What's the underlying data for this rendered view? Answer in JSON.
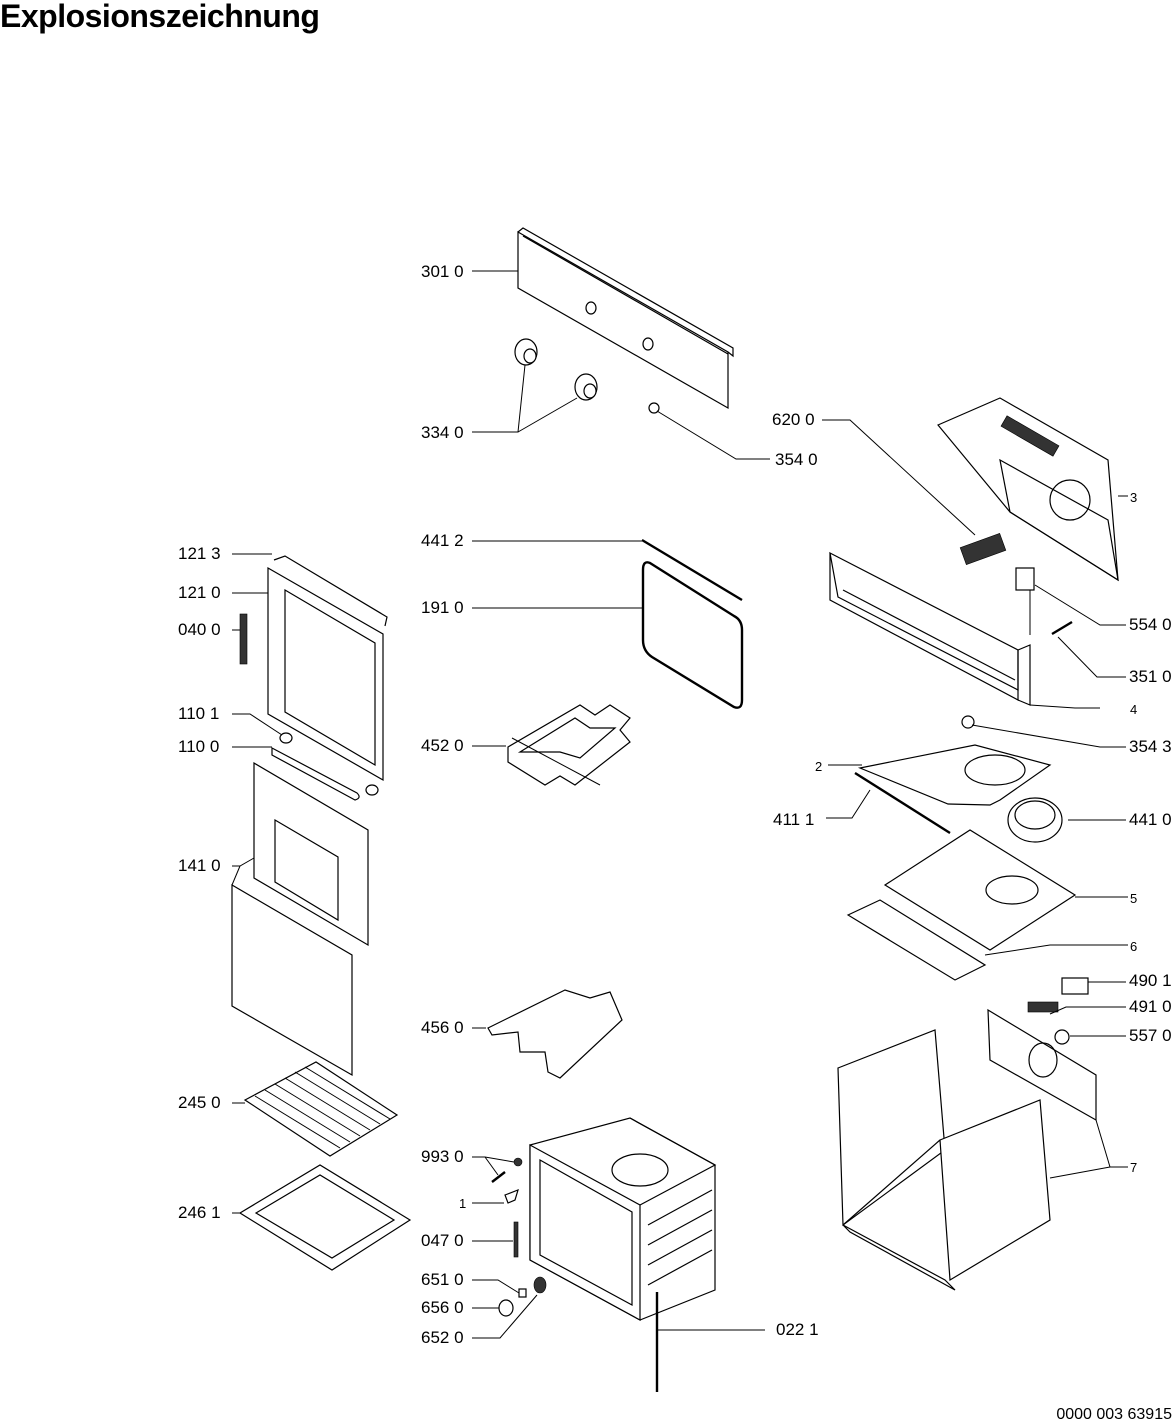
{
  "title": "Explosionszeichnung",
  "document_number": "0000 003 63915",
  "parts": {
    "p3010": "301 0",
    "p3340": "334 0",
    "p3540": "354 0",
    "p6200": "620 0",
    "p3": "3",
    "p5540": "554 0",
    "p3510": "351 0",
    "p4": "4",
    "p3543": "354 3",
    "p2": "2",
    "p4111": "411 1",
    "p4410": "441 0",
    "p5": "5",
    "p6": "6",
    "p4901": "490 1",
    "p4910": "491 0",
    "p5570": "557 0",
    "p7": "7",
    "p4412": "441 2",
    "p1910": "191 0",
    "p4520": "452 0",
    "p4560": "456 0",
    "p9930": "993 0",
    "p1": "1",
    "p0470": "047 0",
    "p6510": "651 0",
    "p6560": "656 0",
    "p6520": "652 0",
    "p0221": "022 1",
    "p1213": "121 3",
    "p1210": "121 0",
    "p0400": "040 0",
    "p1101": "110 1",
    "p1100": "110 0",
    "p1410": "141 0",
    "p2450": "245 0",
    "p2461": "246 1"
  }
}
